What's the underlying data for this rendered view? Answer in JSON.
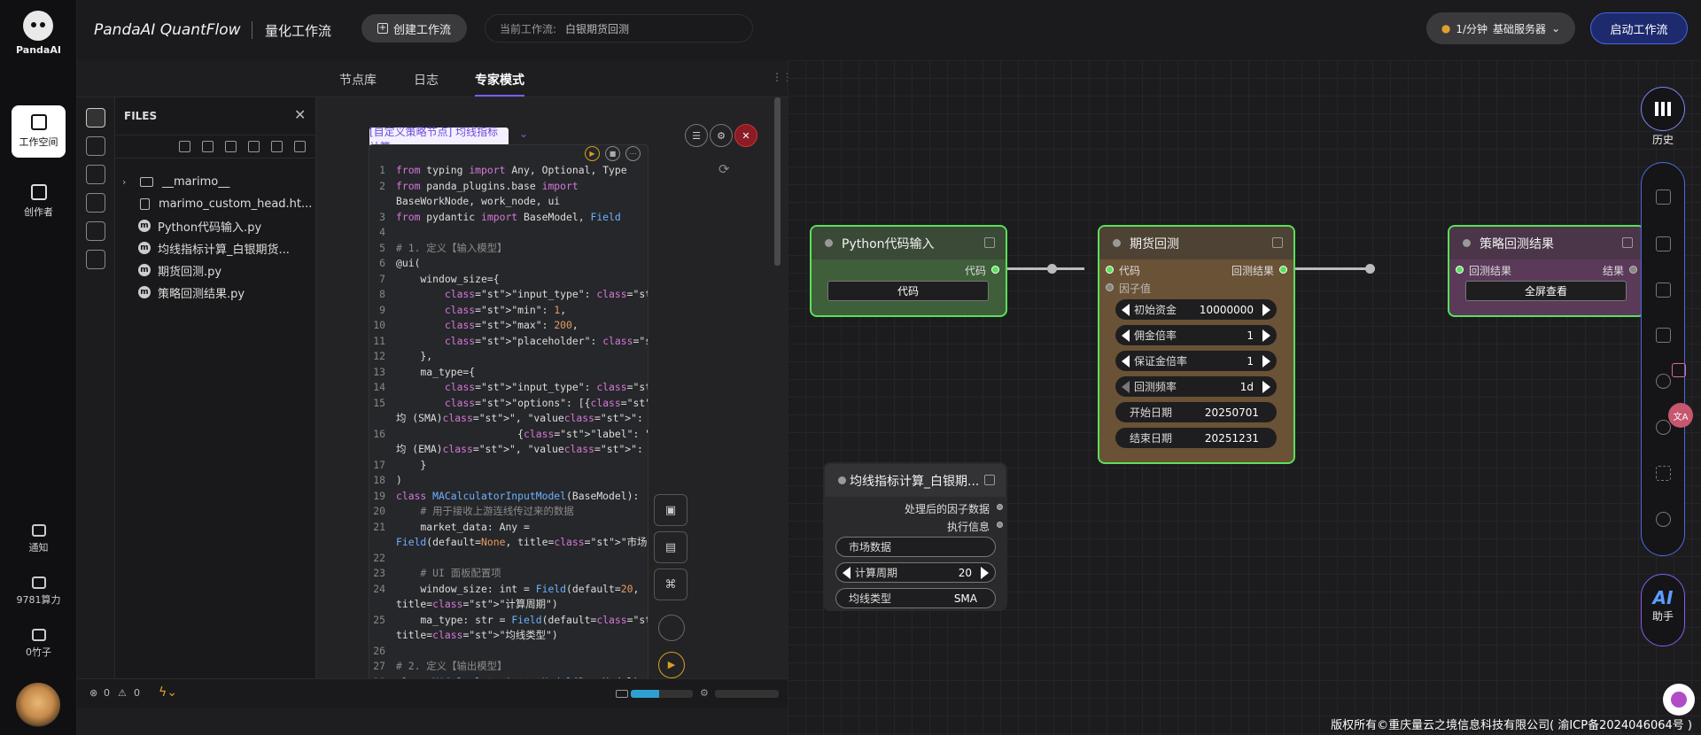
{
  "rail": {
    "logo": "PandaAI",
    "workspace": "工作空间",
    "creator": "创作者",
    "notify": "通知",
    "power": "9781算力",
    "bamboo": "0竹子"
  },
  "header": {
    "brand": "PandaAI QuantFlow",
    "subtitle": "量化工作流",
    "create_btn": "创建工作流",
    "current_label": "当前工作流:",
    "current_value": "白银期货回测",
    "server_price": "1/分钟",
    "server_name": "基础服务器",
    "start_btn": "启动工作流"
  },
  "panel": {
    "tabs": [
      "节点库",
      "日志",
      "专家模式"
    ],
    "active_tab": "专家模式",
    "files_title": "FILES",
    "files": [
      {
        "type": "folder",
        "name": "__marimo__"
      },
      {
        "type": "code",
        "name": "marimo_custom_head.ht..."
      },
      {
        "type": "py",
        "name": "Python代码输入.py"
      },
      {
        "type": "py",
        "name": "均线指标计算_白银期货..."
      },
      {
        "type": "py",
        "name": "期货回测.py"
      },
      {
        "type": "py",
        "name": "策略回测结果.py"
      }
    ],
    "node_chip": "[自定义策略节点] 均线指标计算",
    "status": {
      "errors": "0",
      "warnings": "0"
    }
  },
  "code_lines": [
    [
      "1",
      "from typing import Any, Optional, Type"
    ],
    [
      "2",
      "from panda_plugins.base import"
    ],
    [
      "",
      "BaseWorkNode, work_node, ui"
    ],
    [
      "3",
      "from pydantic import BaseModel, Field"
    ],
    [
      "4",
      ""
    ],
    [
      "5",
      "# 1. 定义【输入模型】"
    ],
    [
      "6",
      "@ui("
    ],
    [
      "7",
      "    window_size={"
    ],
    [
      "8",
      "        \"input_type\": \"number_input\","
    ],
    [
      "9",
      "        \"min\": 1,"
    ],
    [
      "10",
      "        \"max\": 200,"
    ],
    [
      "11",
      "        \"placeholder\": \"请输入均线周期\""
    ],
    [
      "12",
      "    },"
    ],
    [
      "13",
      "    ma_type={"
    ],
    [
      "14",
      "        \"input_type\": \"select\","
    ],
    [
      "15",
      "        \"options\": [{\"label\": \"简单移动平"
    ],
    [
      "",
      "均 (SMA)\", \"value\": \"SMA\"},"
    ],
    [
      "16",
      "                    {\"label\": \"指数移动平"
    ],
    [
      "",
      "均 (EMA)\", \"value\": \"EMA\"}],"
    ],
    [
      "17",
      "    }"
    ],
    [
      "18",
      ")"
    ],
    [
      "19",
      "class MACalculatorInputModel(BaseModel):"
    ],
    [
      "20",
      "    # 用于接收上游连线传过来的数据"
    ],
    [
      "21",
      "    market_data: Any ="
    ],
    [
      "",
      "Field(default=None, title=\"市场数据\")"
    ],
    [
      "22",
      ""
    ],
    [
      "23",
      "    # UI 面板配置项"
    ],
    [
      "24",
      "    window_size: int = Field(default=20,"
    ],
    [
      "",
      "title=\"计算周期\")"
    ],
    [
      "25",
      "    ma_type: str = Field(default=\"SMA\","
    ],
    [
      "",
      "title=\"均线类型\")"
    ],
    [
      "26",
      ""
    ],
    [
      "27",
      "# 2. 定义【输出模型】"
    ],
    [
      "28",
      "class MACalculatorOutputModel(BaseModel):"
    ]
  ],
  "nodes": {
    "python_input": {
      "title": "Python代码输入",
      "out_port": "代码",
      "button": "代码"
    },
    "futures": {
      "title": "期货回测",
      "in_code": "代码",
      "in_factor": "因子值",
      "out_port": "回测结果",
      "fields": [
        {
          "label": "初始资金",
          "value": "10000000",
          "kind": "spin"
        },
        {
          "label": "佣金倍率",
          "value": "1",
          "kind": "spin"
        },
        {
          "label": "保证金倍率",
          "value": "1",
          "kind": "spin"
        },
        {
          "label": "回测频率",
          "value": "1d",
          "kind": "spin"
        },
        {
          "label": "开始日期",
          "value": "20250701",
          "kind": "text"
        },
        {
          "label": "结束日期",
          "value": "20251231",
          "kind": "text"
        }
      ]
    },
    "result": {
      "title": "策略回测结果",
      "in_port": "回测结果",
      "out_port": "结果",
      "button": "全屏查看"
    },
    "ma": {
      "title": "均线指标计算_白银期...",
      "out1": "处理后的因子数据",
      "out2": "执行信息",
      "market": "市场数据",
      "period_label": "计算周期",
      "period_value": "20",
      "type_label": "均线类型",
      "type_value": "SMA"
    }
  },
  "tools": {
    "history": "历史",
    "ai": "AI",
    "assistant": "助手"
  },
  "copyright": "版权所有©重庆量云之境信息科技有限公司( 渝ICP备2024046064号 )",
  "colors": {
    "accent": "#7c5cff",
    "node_border": "#5ae05a",
    "python_node": "#3f5e3a",
    "futures_node": "#6a5236",
    "result_node": "#5a3a58"
  }
}
